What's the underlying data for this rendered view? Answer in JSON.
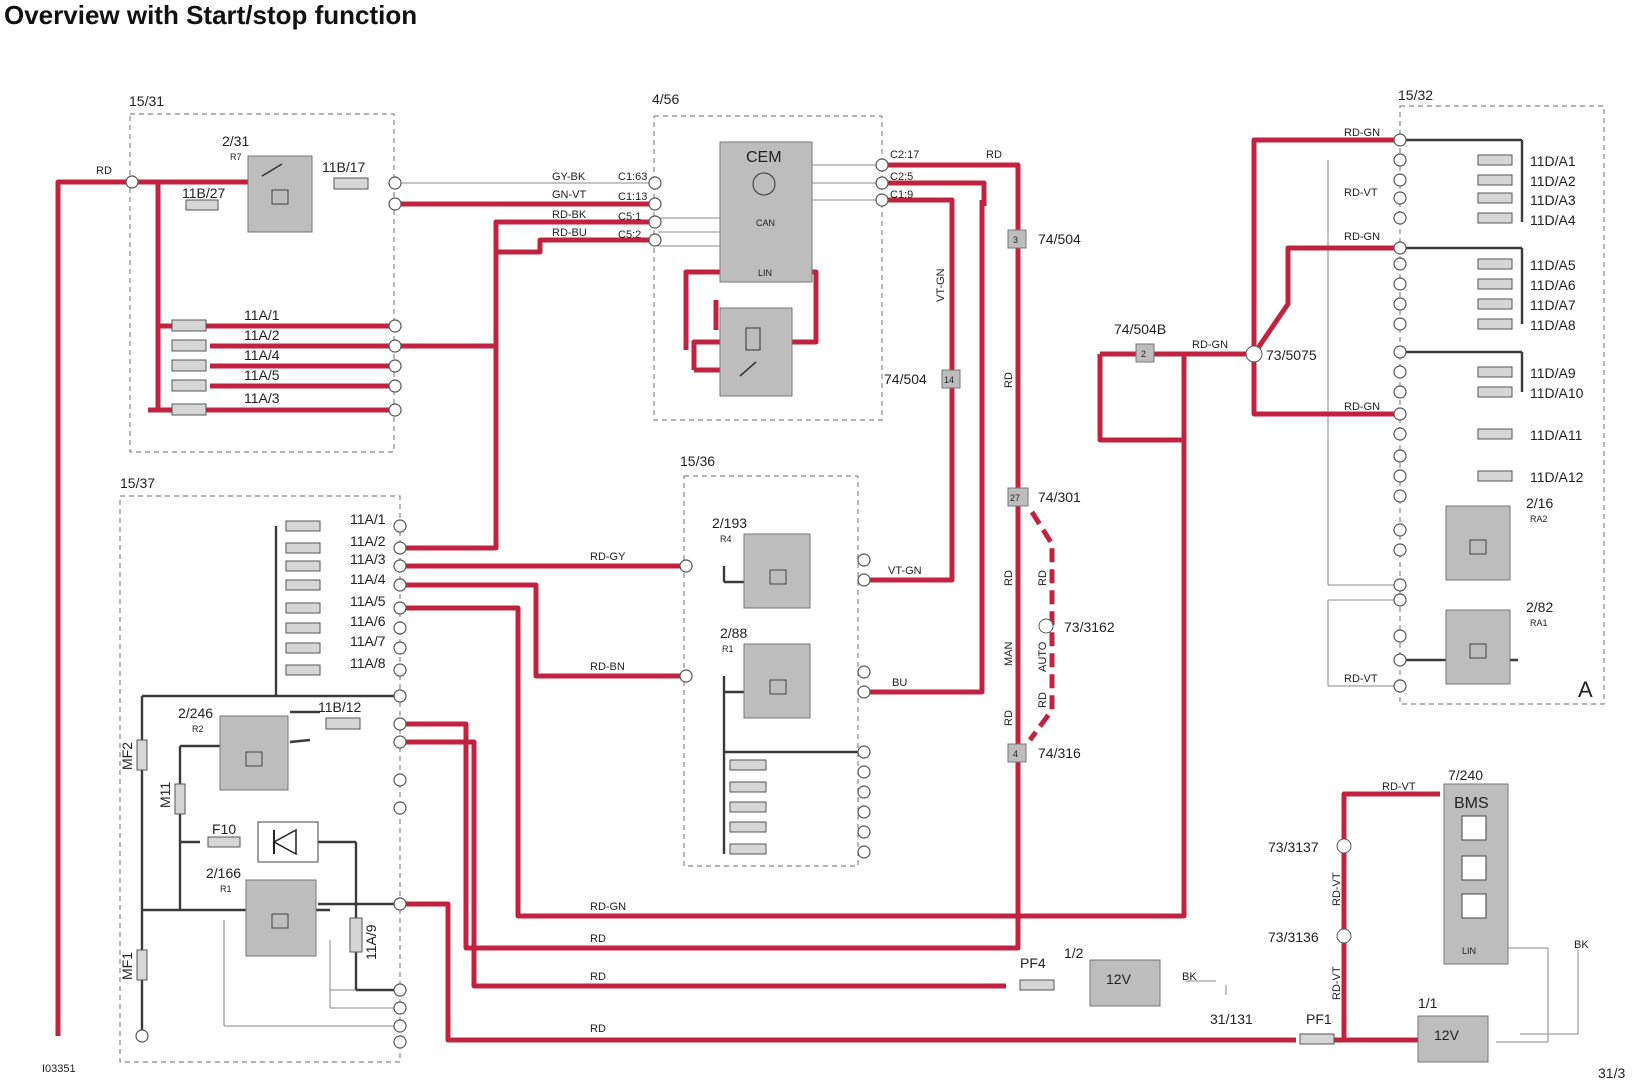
{
  "title": "Overview with Start/stop function",
  "figure_id": "I03351",
  "groups": {
    "g1531": "15/31",
    "g456": "4/56",
    "g1532": "15/32",
    "g1537": "15/37",
    "g1536": "15/36",
    "a_label": "A"
  },
  "components": {
    "cem": "CEM",
    "can": "CAN",
    "lin": "LIN",
    "bms": "BMS",
    "bms_lin": "LIN",
    "bms_id": "7/240",
    "relay_231": "2/31",
    "relay_231_sub": "R7",
    "relay_2193": "2/193",
    "relay_2193_sub": "R4",
    "relay_288": "2/88",
    "relay_288_sub": "R1",
    "relay_2246": "2/246",
    "relay_2246_sub": "R2",
    "relay_2166": "2/166",
    "relay_2166_sub": "R1",
    "relay_216": "2/16",
    "relay_216_sub": "RA2",
    "relay_282": "2/82",
    "relay_282_sub": "RA1",
    "battery_12": "1/2",
    "battery_11": "1/1",
    "battery_label": "12V",
    "ground_31131": "31/131",
    "ground_313": "31/3",
    "fuse_pf4": "PF4",
    "fuse_pf1": "PF1",
    "mf1": "MF1",
    "mf2": "MF2",
    "m11": "M11",
    "f10": "F10",
    "f11a9": "11A/9",
    "f11b17": "11B/17",
    "f11b27": "11B/27",
    "f11b12": "11B/12"
  },
  "fuses_15_31": [
    "11A/1",
    "11A/2",
    "11A/4",
    "11A/5",
    "11A/3"
  ],
  "fuses_15_37": [
    "11A/1",
    "11A/2",
    "11A/3",
    "11A/4",
    "11A/5",
    "11A/6",
    "11A/7",
    "11A/8"
  ],
  "fuses_15_32": [
    "11D/A1",
    "11D/A2",
    "11D/A3",
    "11D/A4",
    "11D/A5",
    "11D/A6",
    "11D/A7",
    "11D/A8",
    "11D/A9",
    "11D/A10",
    "11D/A11",
    "11D/A12"
  ],
  "connectors": {
    "c1_63": "C1:63",
    "c1_13": "C1:13",
    "c5_1": "C5:1",
    "c5_2": "C5:2",
    "c2_17": "C2:17",
    "c2_5": "C2:5",
    "c1_9": "C1:9",
    "n74504": "74/504",
    "n74504b": "74/504B",
    "n74301": "74/301",
    "n74316": "74/316",
    "n733162": "73/3162",
    "n735075": "73/5075",
    "n733137": "73/3137",
    "n733136": "73/3136",
    "pin3": "3",
    "pin14": "14",
    "pin2": "2",
    "pin27": "27",
    "pin4": "4"
  },
  "wire_colors": {
    "rd": "RD",
    "gy_bk": "GY-BK",
    "gn_vt": "GN-VT",
    "rd_bk": "RD-BK",
    "rd_bu": "RD-BU",
    "vt_gn": "VT-GN",
    "rd_gn": "RD-GN",
    "rd_vt": "RD-VT",
    "rd_gy": "RD-GY",
    "rd_bn": "RD-BN",
    "bu": "BU",
    "bk": "BK",
    "man": "MAN",
    "auto": "AUTO"
  },
  "colors": {
    "power_wire": "#c0233f",
    "signal_wire": "#3a3a3a",
    "component_fill": "#bdbdbd"
  }
}
